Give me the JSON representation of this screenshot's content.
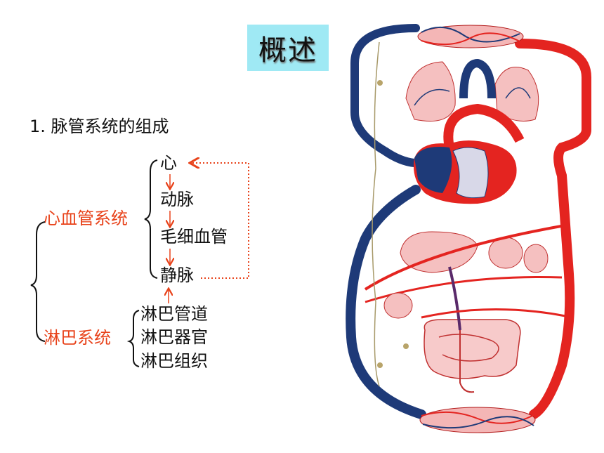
{
  "title": "概述",
  "heading": "1.  脉管系统的组成",
  "tree": {
    "cardiovascular": {
      "label": "心血管系统",
      "items": [
        "心",
        "动脉",
        "毛细血管",
        "静脉"
      ]
    },
    "lymphatic": {
      "label": "淋巴系统",
      "items": [
        "淋巴管道",
        "淋巴器官",
        "淋巴组织"
      ]
    }
  },
  "colors": {
    "title_bg": "#9fe9f4",
    "category": "#e8421a",
    "arrow": "#e8421a",
    "artery": "#e42420",
    "vein": "#1e3a78"
  },
  "illustration": "circulation-diagram"
}
